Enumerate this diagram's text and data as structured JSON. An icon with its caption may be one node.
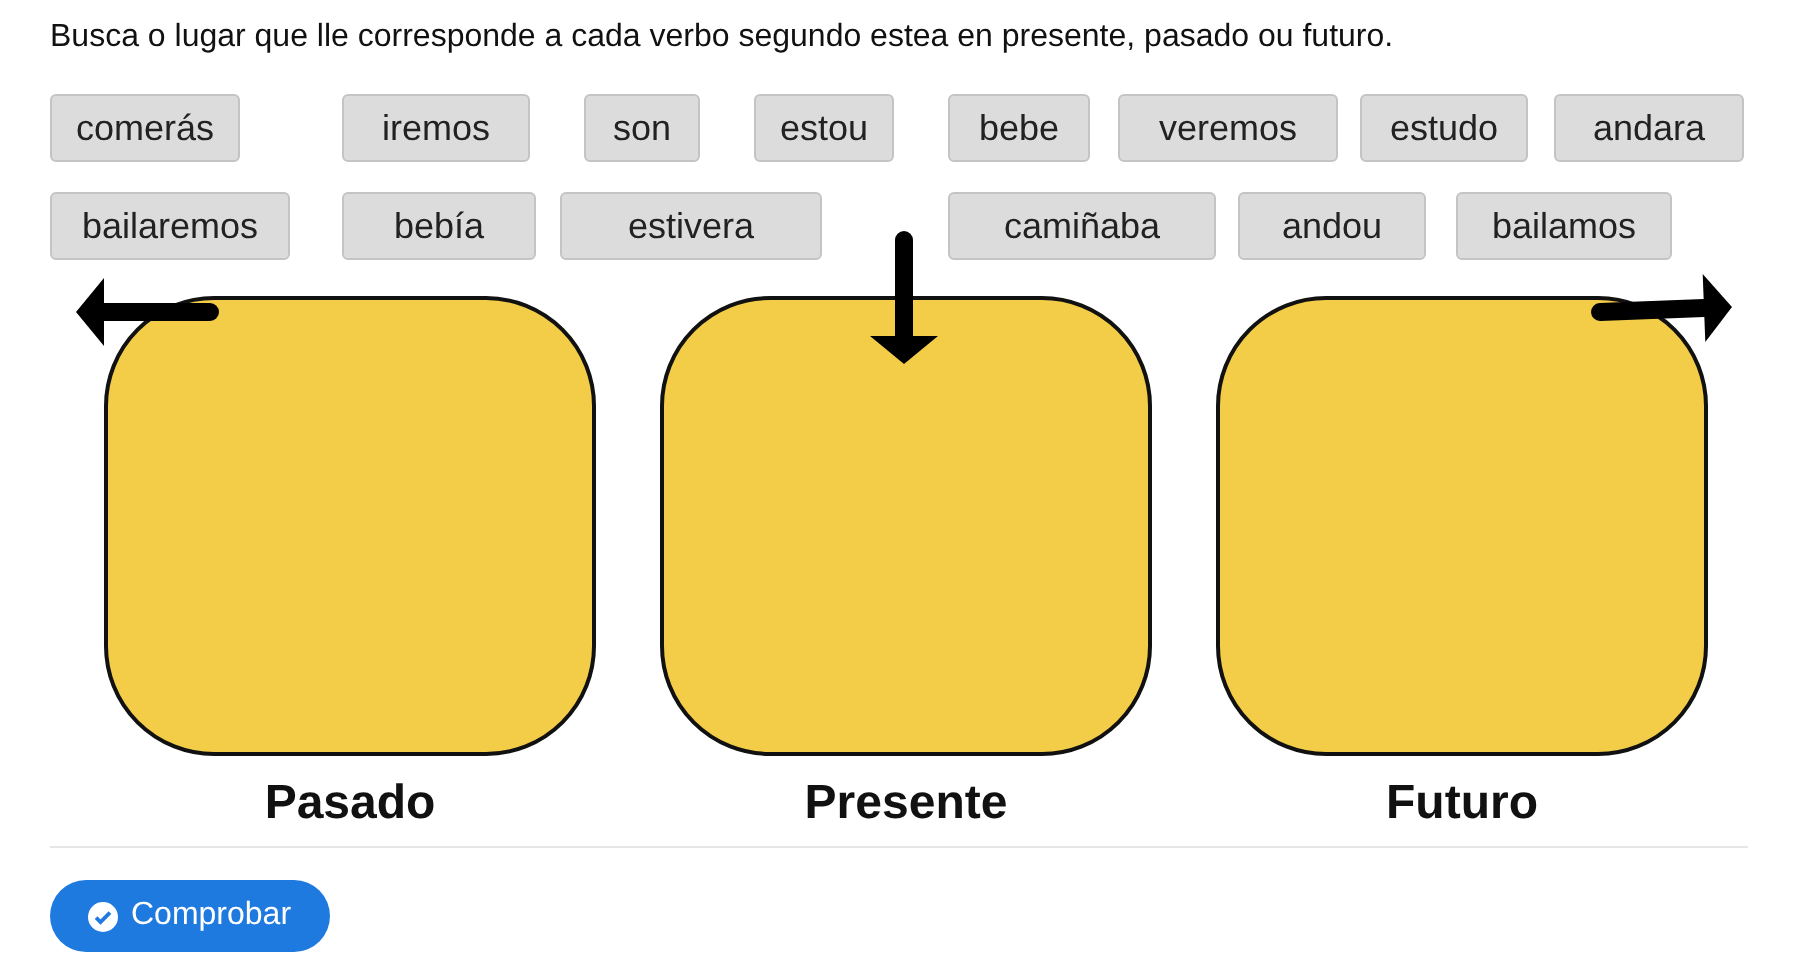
{
  "diagram": {
    "title": "Busca o lugar que lle corresponde a cada verbo segundo estea en presente, pasado ou futuro.",
    "nodes": [
      {
        "text": [
          "comerás"
        ]
      },
      {
        "text": [
          "iremos"
        ]
      },
      {
        "text": [
          "son"
        ]
      },
      {
        "text": [
          "estou"
        ]
      },
      {
        "text": [
          "bebe"
        ]
      },
      {
        "text": [
          "veremos"
        ]
      },
      {
        "text": [
          "estudo"
        ]
      },
      {
        "text": [
          "andara"
        ]
      },
      {
        "text": [
          "bailaremos"
        ]
      },
      {
        "text": [
          "bebía"
        ]
      },
      {
        "text": [
          "estivera"
        ]
      },
      {
        "text": [
          "camiñaba"
        ]
      },
      {
        "text": [
          "andou"
        ]
      },
      {
        "text": [
          "bailamos"
        ]
      },
      {
        "text": [
          "Pasado"
        ]
      },
      {
        "text": [
          "Presente"
        ]
      },
      {
        "text": [
          "Futuro"
        ]
      },
      {
        "text": [
          "Comprobar"
        ]
      }
    ]
  }
}
